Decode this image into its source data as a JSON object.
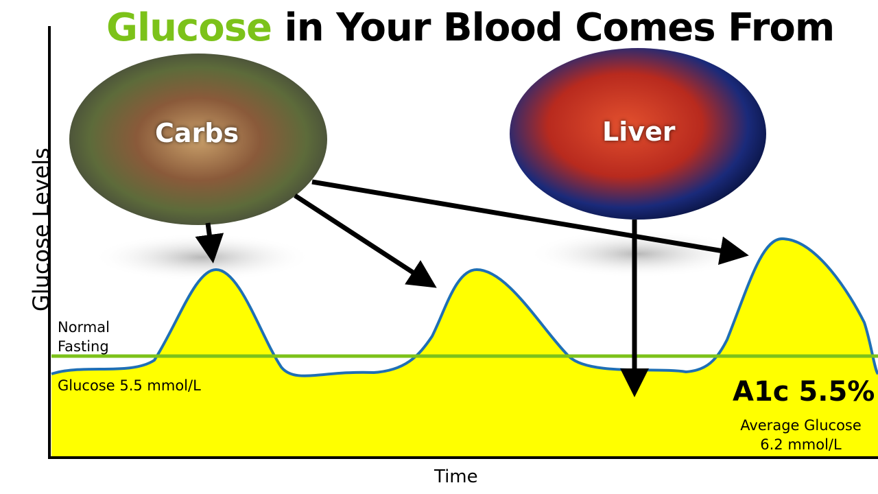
{
  "title": {
    "highlight": "Glucose",
    "rest": " in Your Blood Comes From",
    "highlight_color": "#7cc21a"
  },
  "axes": {
    "y_label": "Glucose Levels",
    "x_label": "Time"
  },
  "sources": [
    {
      "label": "Carbs",
      "image": "food-assortment"
    },
    {
      "label": "Liver",
      "image": "liver-illustration"
    }
  ],
  "reference_line": {
    "label_line1": "Normal",
    "label_line2": "Fasting",
    "value_label": "Glucose 5.5 mmol/L",
    "color": "#7cc21a"
  },
  "summary": {
    "a1c": "A1c 5.5%",
    "avg_line1": "Average Glucose",
    "avg_line2": "6.2 mmol/L"
  },
  "colors": {
    "curve": "#1f6fb5",
    "fill": "#ffff00"
  }
}
